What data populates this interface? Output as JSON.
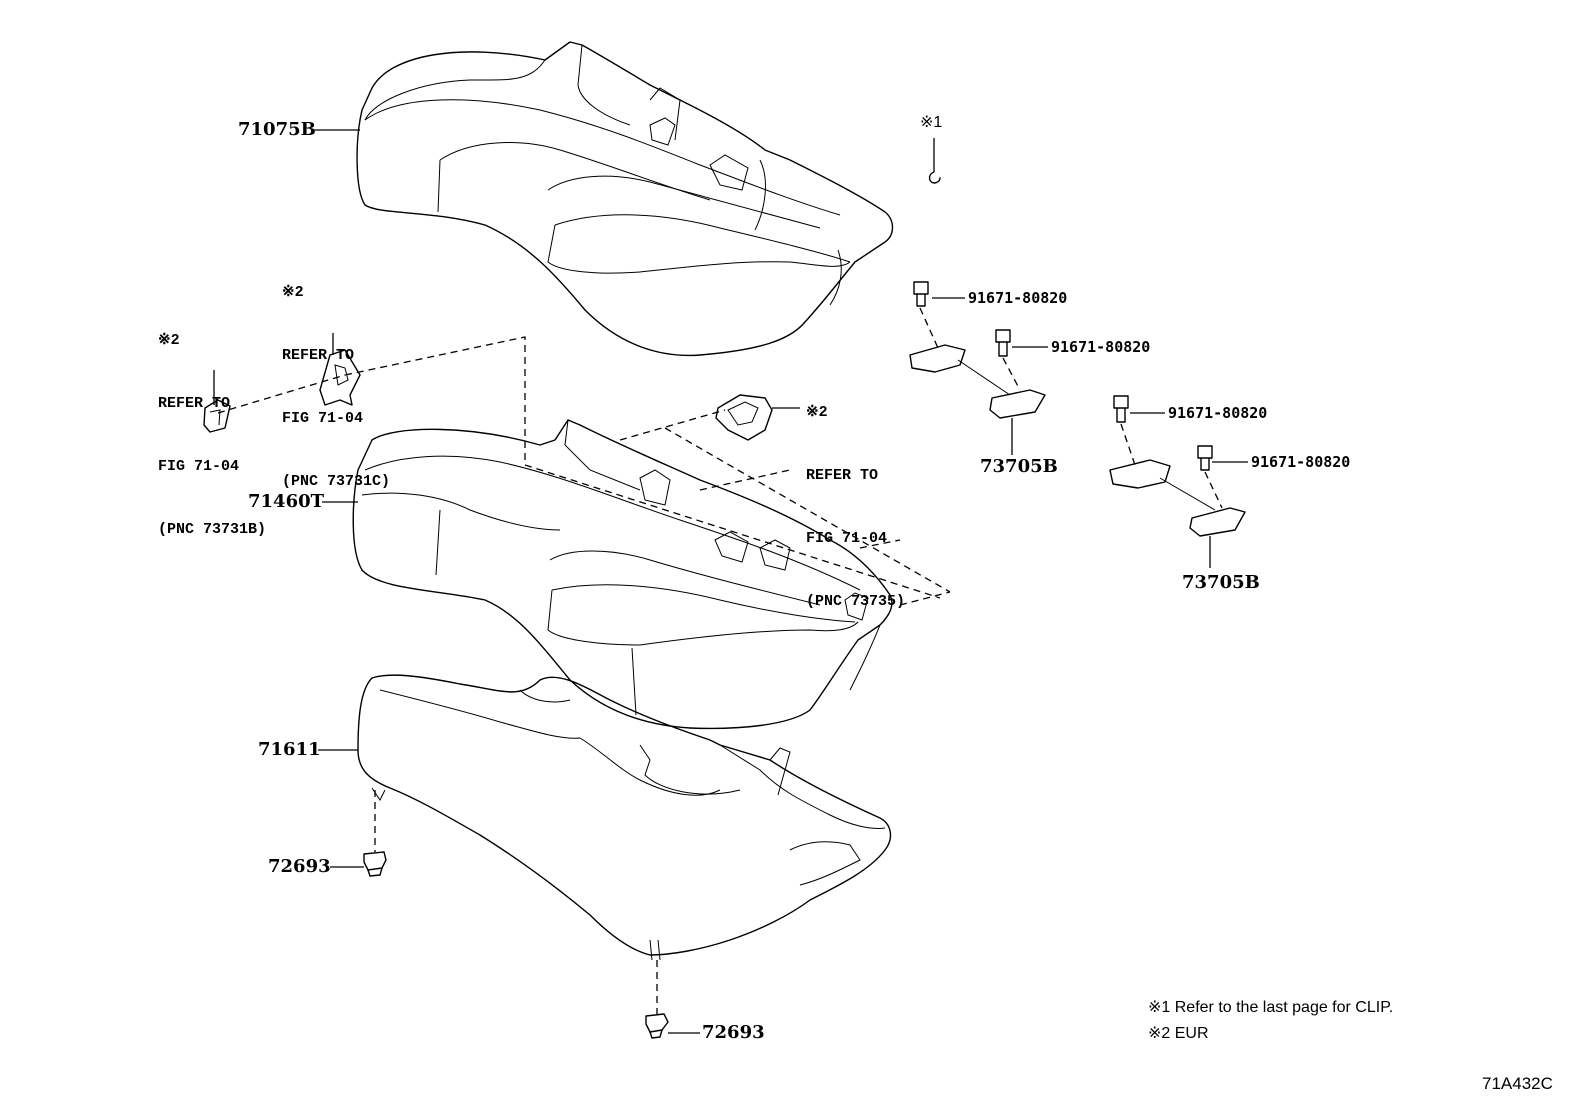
{
  "diagram_code": "71A432C",
  "parts": {
    "cushion_cover": "71075B",
    "cushion_pad": "71460T",
    "cushion_frame": "71611",
    "clip_upper": "72693",
    "clip_lower": "72693",
    "hook_upper": "73705B",
    "hook_lower": "73705B",
    "bolt_1": "91671-80820",
    "bolt_2": "91671-80820",
    "bolt_3": "91671-80820",
    "bolt_4": "91671-80820"
  },
  "clip_marker": "※1",
  "references": {
    "ref_a": {
      "mark": "※2",
      "line1": "REFER TO",
      "line2": "FIG 71-04",
      "line3": "(PNC 73731C)"
    },
    "ref_b": {
      "mark": "※2",
      "line1": "REFER TO",
      "line2": "FIG 71-04",
      "line3": "(PNC 73731B)"
    },
    "ref_c": {
      "mark": "※2",
      "line1": "REFER TO",
      "line2": "FIG 71-04",
      "line3": "(PNC 73735)"
    }
  },
  "notes": {
    "note1": "※1 Refer to the last page for CLIP.",
    "note2": "※2 EUR"
  }
}
